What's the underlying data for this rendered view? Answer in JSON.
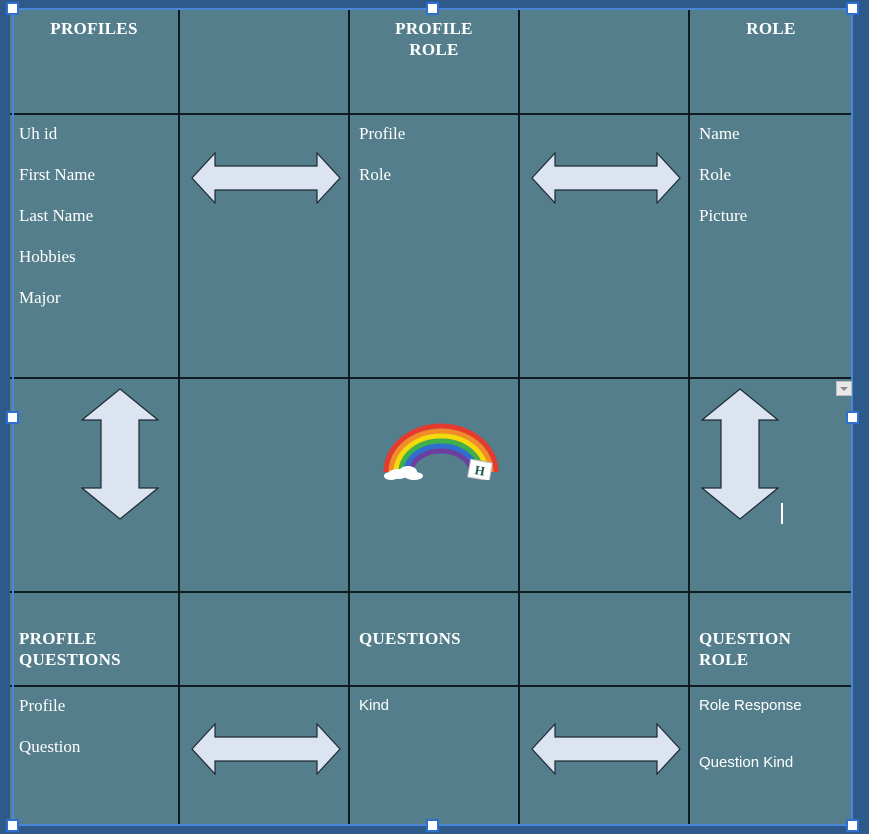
{
  "colors": {
    "cell_background": "#547e8b",
    "grid_lines": "#0f1b20",
    "text": "#ffffff",
    "arrow_fill": "#dbe4f0",
    "arrow_stroke": "#1e2a33",
    "selection": "#2f6fd0",
    "page_background": "#2d5a8a"
  },
  "tables": {
    "profiles": {
      "title": "PROFILES",
      "fields": [
        "Uh id",
        "First Name",
        "Last Name",
        "Hobbies",
        "Major"
      ]
    },
    "profile_role": {
      "title_line1": "PROFILE",
      "title_line2": "ROLE",
      "fields": [
        "Profile",
        "Role"
      ]
    },
    "role": {
      "title": "ROLE",
      "fields": [
        "Name",
        "Role",
        "Picture"
      ]
    },
    "profile_questions": {
      "title_line1": "PROFILE",
      "title_line2": "QUESTIONS",
      "fields": [
        "Profile",
        "Question"
      ]
    },
    "questions": {
      "title": "QUESTIONS",
      "fields": [
        "Kind"
      ]
    },
    "question_role": {
      "title_line1": "QUESTION",
      "title_line2": "ROLE",
      "fields": [
        "Role Response",
        "Question Kind"
      ]
    }
  },
  "arrows": [
    {
      "name": "profiles-to-profile-role-arrow",
      "direction": "horizontal-double"
    },
    {
      "name": "profile-role-to-role-arrow",
      "direction": "horizontal-double"
    },
    {
      "name": "profiles-to-profile-questions-arrow",
      "direction": "vertical-double"
    },
    {
      "name": "role-to-question-role-arrow",
      "direction": "vertical-double"
    },
    {
      "name": "profile-questions-to-questions-arrow",
      "direction": "horizontal-double"
    },
    {
      "name": "questions-to-question-role-arrow",
      "direction": "horizontal-double"
    }
  ],
  "logo": {
    "icon": "rainbow-logo-icon",
    "text": "H"
  }
}
